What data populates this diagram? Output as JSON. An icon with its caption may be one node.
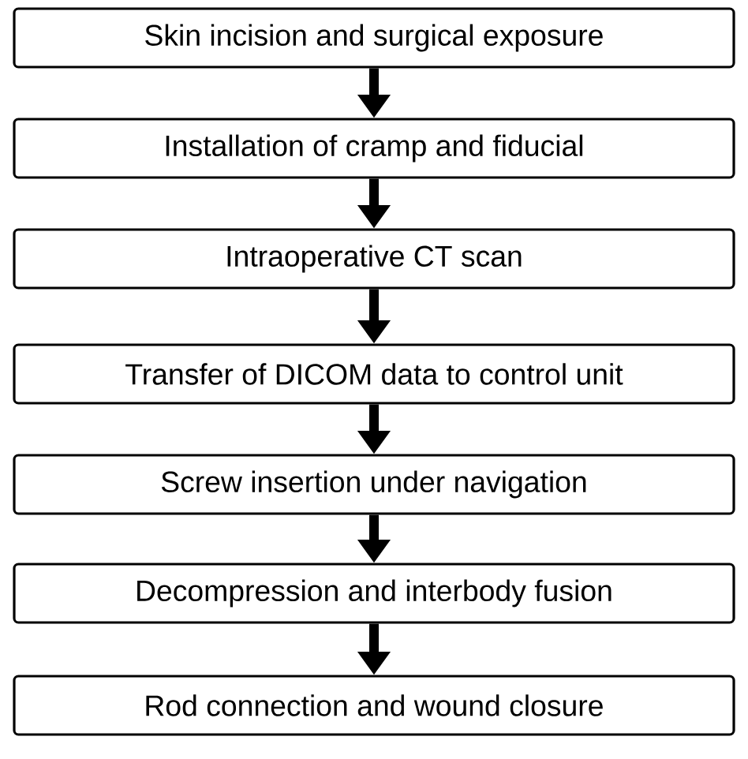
{
  "diagram": {
    "nodes": [
      {
        "text": [
          "Skin incision and surgical exposure"
        ]
      },
      {
        "text": [
          "Installation of cramp and fiducial"
        ]
      },
      {
        "text": [
          "Intraoperative CT scan"
        ]
      },
      {
        "text": [
          "Transfer of DICOM data to control unit"
        ]
      },
      {
        "text": [
          "Screw insertion under navigation"
        ]
      },
      {
        "text": [
          "Decompression and interbody fusion"
        ]
      },
      {
        "text": [
          "Rod connection and wound closure"
        ]
      }
    ],
    "edges": [
      {
        "from": 0,
        "to": 1,
        "arrow": "to"
      },
      {
        "from": 1,
        "to": 2,
        "arrow": "to"
      },
      {
        "from": 2,
        "to": 3,
        "arrow": "to"
      },
      {
        "from": 3,
        "to": 4,
        "arrow": "to"
      },
      {
        "from": 4,
        "to": 5,
        "arrow": "to"
      },
      {
        "from": 5,
        "to": 6,
        "arrow": "to"
      }
    ]
  }
}
